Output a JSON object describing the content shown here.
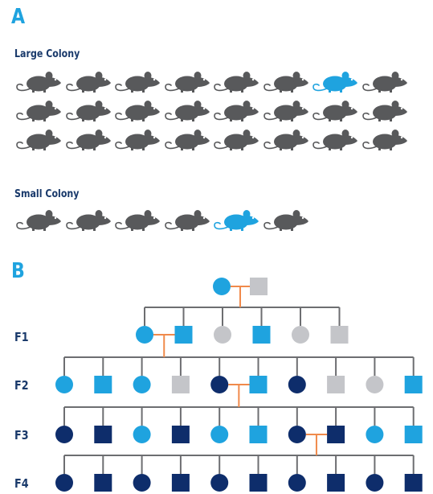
{
  "panel_a": {
    "letter": "A",
    "large_colony": {
      "label": "Large Colony",
      "rows": [
        [
          "grey",
          "grey",
          "grey",
          "grey",
          "grey",
          "grey",
          "blue",
          "grey"
        ],
        [
          "grey",
          "grey",
          "grey",
          "grey",
          "grey",
          "grey",
          "grey",
          "grey"
        ],
        [
          "grey",
          "grey",
          "grey",
          "grey",
          "grey",
          "grey",
          "grey",
          "grey"
        ]
      ]
    },
    "small_colony": {
      "label": "Small Colony",
      "mice": [
        "grey",
        "grey",
        "grey",
        "grey",
        "blue",
        "grey"
      ]
    }
  },
  "panel_b": {
    "letter": "B",
    "generations": [
      {
        "label": "",
        "individuals": [
          {
            "shape": "circle",
            "color": "light_blue"
          },
          {
            "shape": "square",
            "color": "grey"
          }
        ]
      },
      {
        "label": "F1",
        "individuals": [
          {
            "shape": "circle",
            "color": "light_blue"
          },
          {
            "shape": "square",
            "color": "light_blue"
          },
          {
            "shape": "circle",
            "color": "grey"
          },
          {
            "shape": "square",
            "color": "light_blue"
          },
          {
            "shape": "circle",
            "color": "grey"
          },
          {
            "shape": "square",
            "color": "grey"
          }
        ]
      },
      {
        "label": "F2",
        "individuals": [
          {
            "shape": "circle",
            "color": "light_blue"
          },
          {
            "shape": "square",
            "color": "light_blue"
          },
          {
            "shape": "circle",
            "color": "light_blue"
          },
          {
            "shape": "square",
            "color": "grey"
          },
          {
            "shape": "circle",
            "color": "dark_blue"
          },
          {
            "shape": "square",
            "color": "light_blue"
          },
          {
            "shape": "circle",
            "color": "dark_blue"
          },
          {
            "shape": "square",
            "color": "grey"
          },
          {
            "shape": "circle",
            "color": "grey"
          },
          {
            "shape": "square",
            "color": "light_blue"
          }
        ]
      },
      {
        "label": "F3",
        "individuals": [
          {
            "shape": "circle",
            "color": "dark_blue"
          },
          {
            "shape": "square",
            "color": "dark_blue"
          },
          {
            "shape": "circle",
            "color": "light_blue"
          },
          {
            "shape": "square",
            "color": "dark_blue"
          },
          {
            "shape": "circle",
            "color": "light_blue"
          },
          {
            "shape": "square",
            "color": "light_blue"
          },
          {
            "shape": "circle",
            "color": "dark_blue"
          },
          {
            "shape": "square",
            "color": "dark_blue"
          },
          {
            "shape": "circle",
            "color": "light_blue"
          },
          {
            "shape": "square",
            "color": "light_blue"
          }
        ]
      },
      {
        "label": "F4",
        "individuals": [
          {
            "shape": "circle",
            "color": "dark_blue"
          },
          {
            "shape": "square",
            "color": "dark_blue"
          },
          {
            "shape": "circle",
            "color": "dark_blue"
          },
          {
            "shape": "square",
            "color": "dark_blue"
          },
          {
            "shape": "circle",
            "color": "dark_blue"
          },
          {
            "shape": "square",
            "color": "dark_blue"
          },
          {
            "shape": "circle",
            "color": "dark_blue"
          },
          {
            "shape": "square",
            "color": "dark_blue"
          },
          {
            "shape": "circle",
            "color": "dark_blue"
          },
          {
            "shape": "square",
            "color": "dark_blue"
          }
        ]
      }
    ],
    "matings": [
      {
        "generation": 0,
        "partners": [
          0,
          1
        ],
        "offspring_generation": 1
      },
      {
        "generation": 1,
        "partners": [
          0,
          1
        ],
        "offspring_generation": 2
      },
      {
        "generation": 2,
        "partners": [
          4,
          5
        ],
        "offspring_generation": 3
      },
      {
        "generation": 3,
        "partners": [
          6,
          7
        ],
        "offspring_generation": 4
      }
    ]
  },
  "colors": {
    "light_blue": "#1fa3df",
    "dark_blue": "#0e2d6b",
    "grey": "#c4c5c9",
    "mouse_grey": "#58595b",
    "mouse_blue": "#1fa3df",
    "mating_line": "#f08a4b",
    "line": "#6d6e71"
  }
}
